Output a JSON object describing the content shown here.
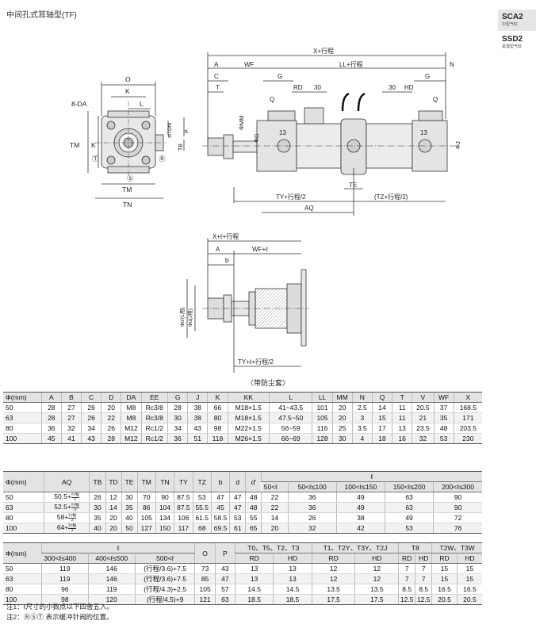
{
  "page": {
    "title": "中间孔式耳轴型(TF)",
    "caption": "〈带防尘套〉",
    "notes": [
      "注1：ℓ尺寸的小数点以下四舍五入。",
      "注2：ⓇⓈⓉ 表示缓冲针阀的位置。"
    ]
  },
  "sidebar": {
    "items": [
      {
        "code": "SCA2",
        "sub": "中型气缸"
      },
      {
        "code": "SSD2",
        "sub": "紧凑型气缸"
      }
    ]
  },
  "drawing": {
    "labels": {
      "O": "O",
      "K": "K",
      "L": "L",
      "DA": "8-DA",
      "TDf8": "ΦTDf8",
      "P": "P",
      "TM": "TM",
      "TB": "TB",
      "TN": "TN",
      "R": "Ⓡ",
      "S": "Ⓢ",
      "T": "Ⓣ",
      "X": "X+行程",
      "A": "A",
      "C": "C",
      "Tdim": "T",
      "WF": "WF",
      "LL": "LL+行程",
      "N": "N",
      "G": "G",
      "RD": "RD",
      "thirty": "30",
      "HD": "HD",
      "Q": "Q",
      "MM": "ΦMM",
      "D": "ΦD",
      "J": "ΦJ",
      "c13": "13",
      "TE": "TE",
      "TY": "TY+行程/2",
      "TZ": "(TZ+行程/2)",
      "AQ": "AQ",
      "Xb": "X+ℓ+行程",
      "Ab": "A",
      "b": "b",
      "WFb": "WF+ℓ",
      "dL": "Φd'(L用)",
      "dJ": "Φd(J用)",
      "TYb": "TY+ℓ+行程/2"
    }
  },
  "table1": {
    "headers": [
      "Φ(mm)",
      "A",
      "B",
      "C",
      "D",
      "DA",
      "EE",
      "G",
      "J",
      "K",
      "KK",
      "L",
      "LL",
      "MM",
      "N",
      "Q",
      "T",
      "V",
      "WF",
      "X"
    ],
    "rows": [
      [
        "50",
        "28",
        "27",
        "26",
        "20",
        "M8",
        "Rc3/8",
        "28",
        "38",
        "66",
        "M18×1.5",
        "41~43.5",
        "101",
        "20",
        "2.5",
        "14",
        "11",
        "20.5",
        "37",
        "168.5"
      ],
      [
        "63",
        "28",
        "27",
        "26",
        "22",
        "M8",
        "Rc3/8",
        "30",
        "38",
        "80",
        "M18×1.5",
        "47.5~50",
        "105",
        "20",
        "3",
        "15",
        "11",
        "21",
        "35",
        "171"
      ],
      [
        "80",
        "36",
        "32",
        "34",
        "26",
        "M12",
        "Rc1/2",
        "34",
        "43",
        "98",
        "M22×1.5",
        "56~59",
        "116",
        "25",
        "3.5",
        "17",
        "13",
        "23.5",
        "48",
        "203.5"
      ],
      [
        "100",
        "45",
        "41",
        "43",
        "28",
        "M12",
        "Rc1/2",
        "36",
        "51",
        "118",
        "M26×1.5",
        "66~69",
        "128",
        "30",
        "4",
        "18",
        "16",
        "32",
        "53",
        "230"
      ]
    ]
  },
  "table2": {
    "headers": [
      "Φ(mm)",
      "AQ",
      "TB",
      "TD",
      "TE",
      "TM",
      "TN",
      "TY",
      "TZ",
      "b",
      "d",
      "d'",
      "ℓ"
    ],
    "ell_headers": [
      "50<ℓ",
      "50<ℓ≤100",
      "100<ℓ≤150",
      "150<ℓ≤200",
      "200<ℓ≤300"
    ],
    "aq_unit": "行程",
    "aq_den": "2",
    "rows": [
      {
        "aq": "50.5+",
        "vals": [
          "26",
          "12",
          "30",
          "70",
          "90",
          "87.5",
          "53",
          "47",
          "47",
          "48"
        ],
        "ell": [
          "22",
          "36",
          "49",
          "63",
          "90"
        ]
      },
      {
        "aq": "52.5+",
        "vals": [
          "30",
          "14",
          "35",
          "86",
          "104",
          "87.5",
          "55.5",
          "45",
          "47",
          "48"
        ],
        "ell": [
          "22",
          "36",
          "49",
          "63",
          "90"
        ]
      },
      {
        "aq": "58+",
        "vals": [
          "35",
          "20",
          "40",
          "105",
          "134",
          "106",
          "61.5",
          "58.5",
          "53",
          "55"
        ],
        "ell": [
          "14",
          "26",
          "38",
          "49",
          "72"
        ]
      },
      {
        "aq": "64+",
        "vals": [
          "40",
          "20",
          "50",
          "127",
          "150",
          "117",
          "68",
          "69.5",
          "61",
          "65"
        ],
        "ell": [
          "20",
          "32",
          "42",
          "53",
          "76"
        ]
      }
    ]
  },
  "table3": {
    "h_phi": "Φ(mm)",
    "h_ell": "ℓ",
    "h_O": "O",
    "h_P": "P",
    "h_g1": "T0、T5、T2、T3",
    "h_g2": "T1、T2Y、T3Y、T2J",
    "h_g3": "T8",
    "h_g4": "T2W、T3W",
    "sub": [
      "300<ℓ≤400",
      "400<ℓ≤500",
      "500<ℓ",
      "RD",
      "HD",
      "RD",
      "HD",
      "RD",
      "HD",
      "RD",
      "HD"
    ],
    "rows": [
      [
        "50",
        "119",
        "146",
        "(行程/3.6)+7.5",
        "73",
        "43",
        "13",
        "13",
        "12",
        "12",
        "7",
        "7",
        "15",
        "15"
      ],
      [
        "63",
        "119",
        "146",
        "(行程/3.6)+7.5",
        "85",
        "47",
        "13",
        "13",
        "12",
        "12",
        "7",
        "7",
        "15",
        "15"
      ],
      [
        "80",
        "96",
        "119",
        "(行程/4.3)+2.5",
        "105",
        "57",
        "14.5",
        "14.5",
        "13.5",
        "13.5",
        "8.5",
        "8.5",
        "16.5",
        "16.5"
      ],
      [
        "100",
        "98",
        "120",
        "(行程/4.5)+9",
        "121",
        "63",
        "18.5",
        "18.5",
        "17.5",
        "17.5",
        "12.5",
        "12.5",
        "20.5",
        "20.5"
      ]
    ]
  }
}
